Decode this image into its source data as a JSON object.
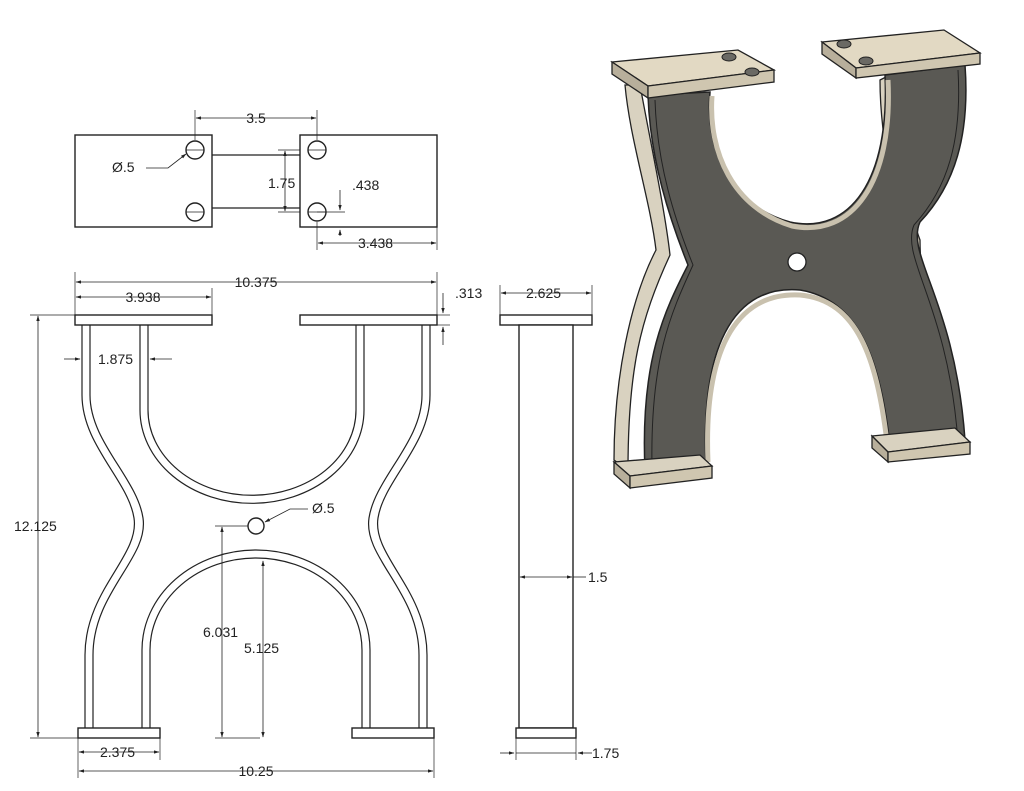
{
  "top_view": {
    "hole_dia": "Ø.5",
    "dim_hole_spacing_x": "3.5",
    "dim_hole_spacing_y": "1.75",
    "dim_hole_offset": ".438",
    "dim_hole_edge": "3.438"
  },
  "front_view": {
    "overall_width": "10.375",
    "flange_width": "3.938",
    "flange_thickness": ".313",
    "leg_width": "1.875",
    "overall_height": "12.125",
    "center_hole_dia": "Ø.5",
    "hole_height": "6.031",
    "arch_height": "5.125",
    "foot_width": "2.375",
    "base_width": "10.25"
  },
  "side_view": {
    "flange_depth": "2.625",
    "body_depth": "1.5",
    "foot_depth": "1.75"
  },
  "iso_view": {
    "face_color": "#5a5954",
    "edge_color": "#d9d2c0",
    "flange_color": "#e2d9c3"
  }
}
